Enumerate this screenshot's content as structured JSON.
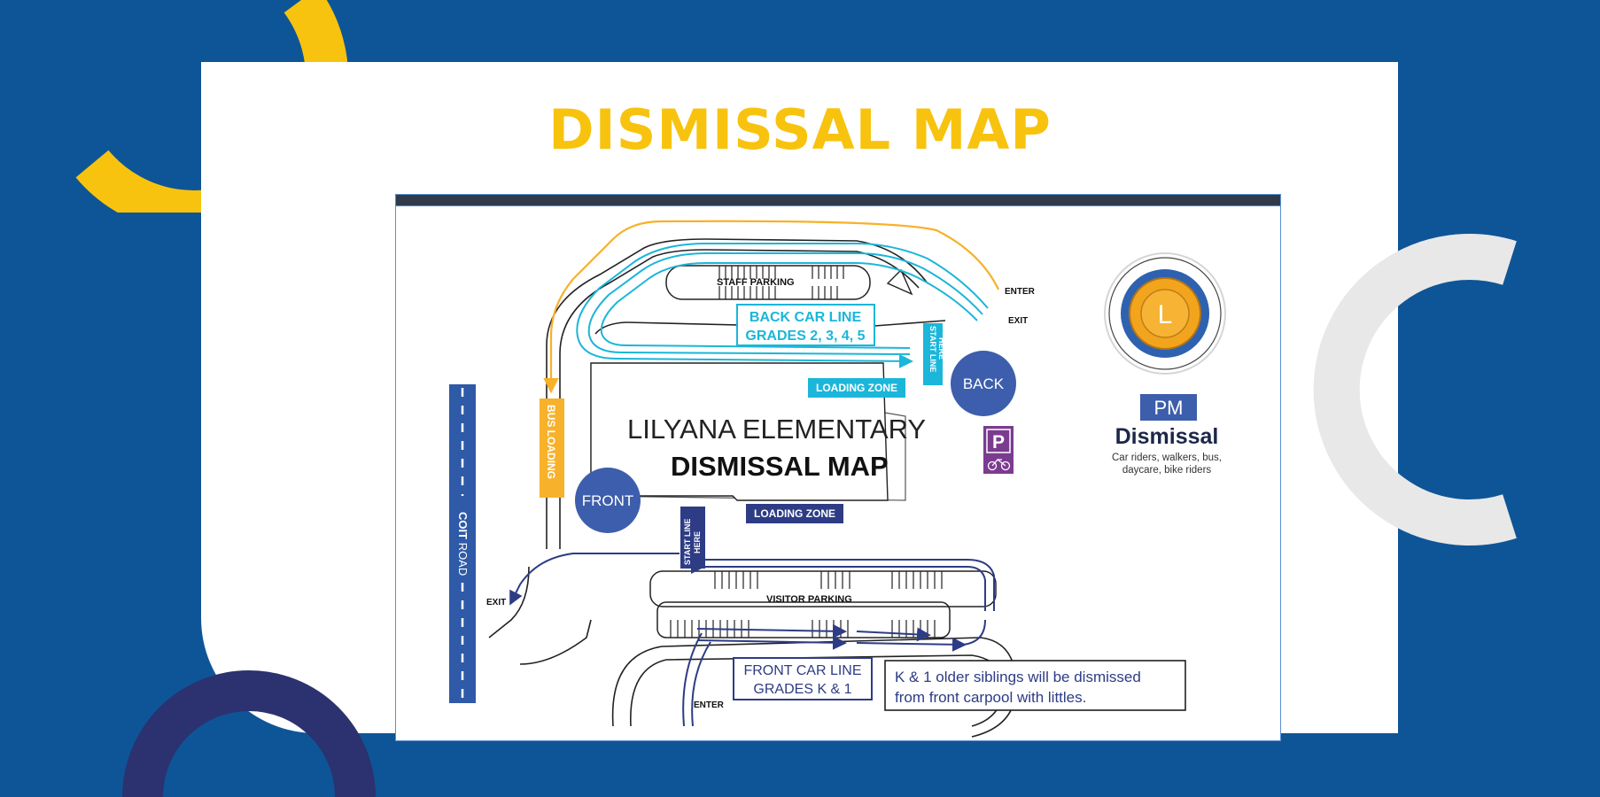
{
  "slide": {
    "title": "DISMISSAL MAP"
  },
  "map": {
    "school_name": "LILYANA ELEMENTARY",
    "map_title": "DISMISSAL MAP",
    "staff_parking": "STAFF PARKING",
    "visitor_parking": "VISITOR PARKING",
    "back_car_line": [
      "BACK CAR LINE",
      "GRADES 2, 3, 4, 5"
    ],
    "front_car_line": [
      "FRONT CAR LINE",
      "GRADES K & 1"
    ],
    "loading_zone_back": "LOADING ZONE",
    "loading_zone_front": "LOADING ZONE",
    "start_line_back": [
      "START LINE",
      "HERE"
    ],
    "start_line_front": [
      "START LINE",
      "HERE"
    ],
    "back_label": "BACK",
    "front_label": "FRONT",
    "bus_loading": "BUS LOADING",
    "road_name_bold": "COIT",
    "road_name_rest": " ROAD",
    "enter_top": "ENTER",
    "exit_top": "EXIT",
    "exit_left": "EXIT",
    "enter_bottom": "ENTER",
    "parking_symbol": "P",
    "logo_letter": "L",
    "pm_label": "PM",
    "dismissal_label": "Dismissal",
    "dismissal_desc": [
      "Car riders, walkers, bus,",
      "daycare, bike riders"
    ],
    "note": [
      "K & 1 older siblings will be dismissed",
      "from front carpool with littles."
    ]
  },
  "colors": {
    "background": "#0e5597",
    "title": "#f8c30e",
    "cyan_route": "#1bb6d9",
    "navy_route": "#2d3c85",
    "bus_route": "#f7b12a",
    "circle_blue": "#3d5eac",
    "parking_purple": "#7b3c8f"
  }
}
